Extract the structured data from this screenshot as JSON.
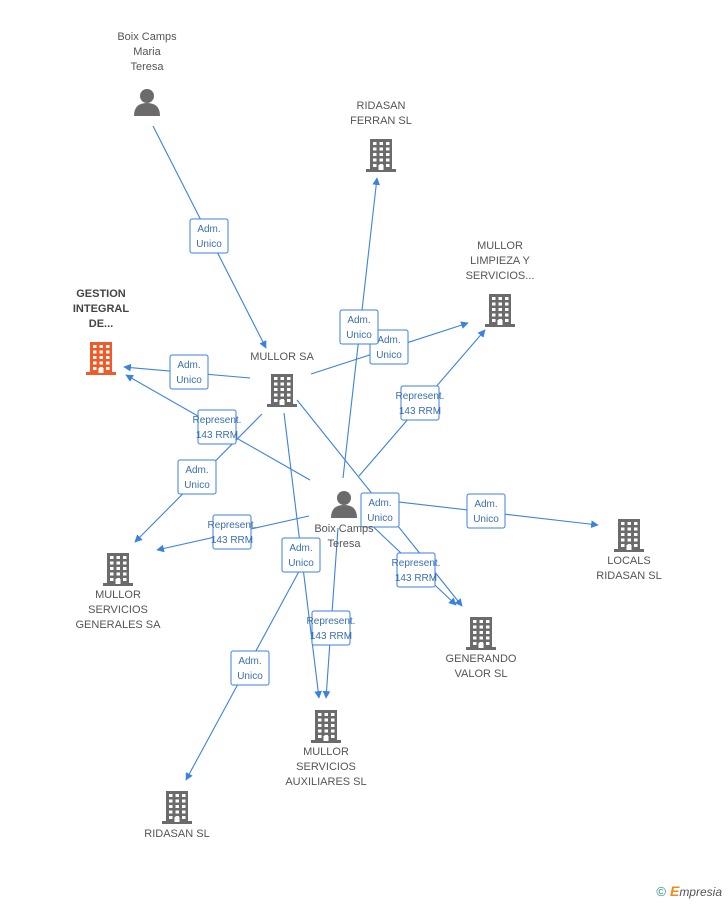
{
  "colors": {
    "edge": "#3b82e0",
    "edge_text": "#3a6fb0",
    "node_icon": "#6b6b6b",
    "focus_icon": "#f05a28",
    "label": "#555555"
  },
  "nodes": [
    {
      "id": "boix_maria",
      "kind": "person",
      "focus": false,
      "label": [
        "Boix Camps",
        "Maria",
        "Teresa"
      ]
    },
    {
      "id": "ridasan_ferran",
      "kind": "company",
      "focus": false,
      "label": [
        "RIDASAN",
        "FERRAN SL"
      ]
    },
    {
      "id": "mullor_limpieza",
      "kind": "company",
      "focus": false,
      "label": [
        "MULLOR",
        "LIMPIEZA Y",
        "SERVICIOS..."
      ]
    },
    {
      "id": "gestion",
      "kind": "company",
      "focus": true,
      "label": [
        "GESTION",
        "INTEGRAL",
        "DE..."
      ]
    },
    {
      "id": "mullor_sa",
      "kind": "company",
      "focus": false,
      "label": [
        "MULLOR SA"
      ]
    },
    {
      "id": "boix_teresa",
      "kind": "person",
      "focus": false,
      "label": [
        "Boix Camps",
        "Teresa"
      ]
    },
    {
      "id": "locals",
      "kind": "company",
      "focus": false,
      "label": [
        "LOCALS",
        "RIDASAN SL"
      ]
    },
    {
      "id": "mullor_generales",
      "kind": "company",
      "focus": false,
      "label": [
        "MULLOR",
        "SERVICIOS",
        "GENERALES SA"
      ]
    },
    {
      "id": "generando",
      "kind": "company",
      "focus": false,
      "label": [
        "GENERANDO",
        "VALOR SL"
      ]
    },
    {
      "id": "mullor_auxiliares",
      "kind": "company",
      "focus": false,
      "label": [
        "MULLOR",
        "SERVICIOS",
        "AUXILIARES SL"
      ]
    },
    {
      "id": "ridasan_sl",
      "kind": "company",
      "focus": false,
      "label": [
        "RIDASAN SL"
      ]
    }
  ],
  "edges": [
    {
      "from": "boix_maria",
      "to": "mullor_sa",
      "label": [
        "Adm.",
        "Unico"
      ]
    },
    {
      "from": "mullor_sa",
      "to": "gestion",
      "label": [
        "Adm.",
        "Unico"
      ]
    },
    {
      "from": "mullor_sa",
      "to": "mullor_limpieza",
      "label": [
        "Adm.",
        "Unico"
      ]
    },
    {
      "from": "mullor_sa",
      "to": "mullor_generales",
      "label": [
        "Adm.",
        "Unico"
      ]
    },
    {
      "from": "mullor_sa",
      "to": "generando",
      "label": [
        "Adm.",
        "Unico"
      ]
    },
    {
      "from": "mullor_sa",
      "to": "mullor_auxiliares",
      "label": [
        "Adm.",
        "Unico"
      ]
    },
    {
      "from": "boix_teresa",
      "to": "ridasan_ferran",
      "label": [
        "Adm.",
        "Unico"
      ]
    },
    {
      "from": "boix_teresa",
      "to": "mullor_limpieza",
      "label": [
        "Represent.",
        "143 RRM"
      ]
    },
    {
      "from": "boix_teresa",
      "to": "gestion",
      "label": [
        "Represent.",
        "143 RRM"
      ]
    },
    {
      "from": "boix_teresa",
      "to": "mullor_generales",
      "label": [
        "Represent.",
        "143 RRM"
      ]
    },
    {
      "from": "boix_teresa",
      "to": "locals",
      "label": [
        "Adm.",
        "Unico"
      ]
    },
    {
      "from": "boix_teresa",
      "to": "generando",
      "label": [
        "Represent.",
        "143 RRM"
      ]
    },
    {
      "from": "boix_teresa",
      "to": "mullor_auxiliares",
      "label": [
        "Represent.",
        "143 RRM"
      ]
    },
    {
      "from": "boix_teresa",
      "to": "ridasan_sl",
      "label": [
        "Adm.",
        "Unico"
      ]
    }
  ],
  "footer": {
    "copyright": "©",
    "brand_first": "E",
    "brand_rest": "mpresia"
  }
}
